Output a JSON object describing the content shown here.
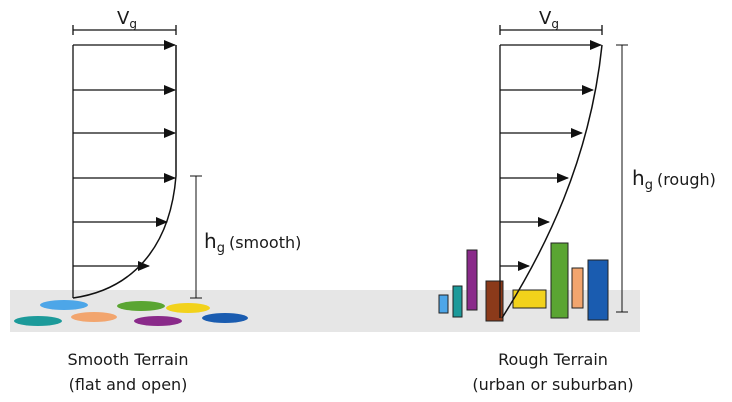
{
  "left_panel": {
    "velocity_label": {
      "main": "V",
      "sub": "g"
    },
    "height_label": {
      "main": "h",
      "sub": "g",
      "suffix": "(smooth)"
    },
    "caption": {
      "line1": "Smooth Terrain",
      "line2": "(flat and open)"
    },
    "ground_colors": [
      "#4da6e8",
      "#5aa532",
      "#f2d21b",
      "#f2a56e",
      "#1c9a9a",
      "#8a2a8a",
      "#1a5cb0"
    ]
  },
  "right_panel": {
    "velocity_label": {
      "main": "V",
      "sub": "g"
    },
    "height_label": {
      "main": "h",
      "sub": "g",
      "suffix": "(rough)"
    },
    "caption": {
      "line1": "Rough Terrain",
      "line2": "(urban or suburban)"
    },
    "building_colors": [
      "#4da6e8",
      "#1c9a9a",
      "#8a2a8a",
      "#8b3a1a",
      "#f2d21b",
      "#5aa532",
      "#f2a56e",
      "#1a5cb0"
    ]
  },
  "colors": {
    "ground": "#e6e6e6",
    "line": "#111111"
  }
}
